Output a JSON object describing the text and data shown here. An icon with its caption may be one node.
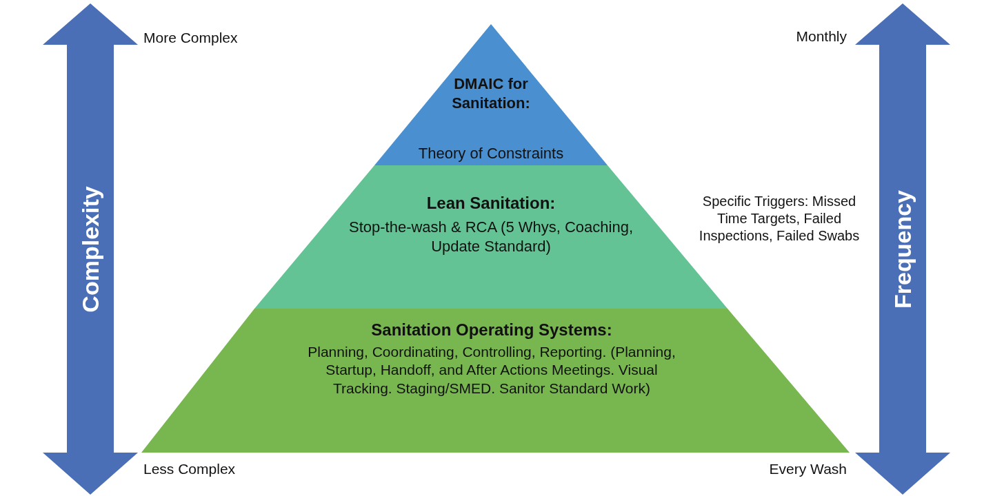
{
  "diagram": {
    "nodes": [
      {
        "text": [
          "Complexity"
        ]
      },
      {
        "text": [
          "DMAIC for Sanitation:",
          "Theory of Constraints"
        ]
      },
      {
        "text": [
          "Lean Sanitation:",
          "Stop-the-wash & RCA (5 Whys, Coaching, Update Standard)"
        ]
      },
      {
        "text": [
          "Sanitation Operating Systems:",
          "Planning, Coordinating, Controlling, Reporting. (Planning, Startup, Handoff, and After Actions Meetings. Visual Tracking. Staging/SMED. Sanitor Standard Work)"
        ]
      },
      {
        "text": [
          "Frequency"
        ]
      }
    ],
    "labels": [
      "More Complex",
      "Monthly",
      "Specific Triggers: Missed Time Targets, Failed Inspections, Failed Swabs",
      "Less Complex",
      "Every Wash"
    ]
  }
}
